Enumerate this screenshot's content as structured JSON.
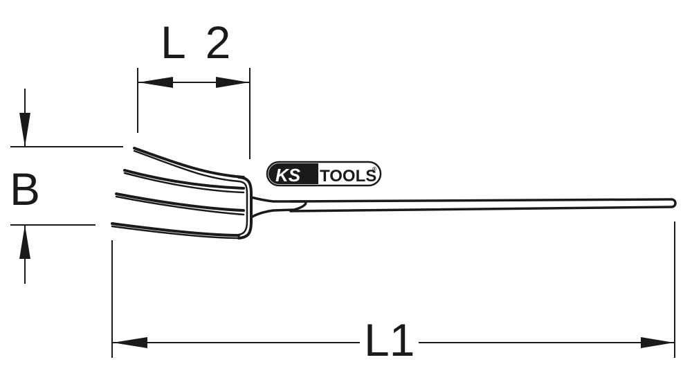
{
  "diagram": {
    "subject": "digging fork technical drawing",
    "colors": {
      "line": "#1a1a1a",
      "background": "#ffffff",
      "logo_fill": "#1a1a1a",
      "logo_text_inverse": "#ffffff"
    },
    "dimensions": {
      "l2": {
        "label": "L 2"
      },
      "b": {
        "label": "B"
      },
      "l1": {
        "label": "L1"
      }
    },
    "logo": {
      "brand_left": "KS",
      "brand_right": "TOOLS",
      "registered": "®"
    }
  }
}
